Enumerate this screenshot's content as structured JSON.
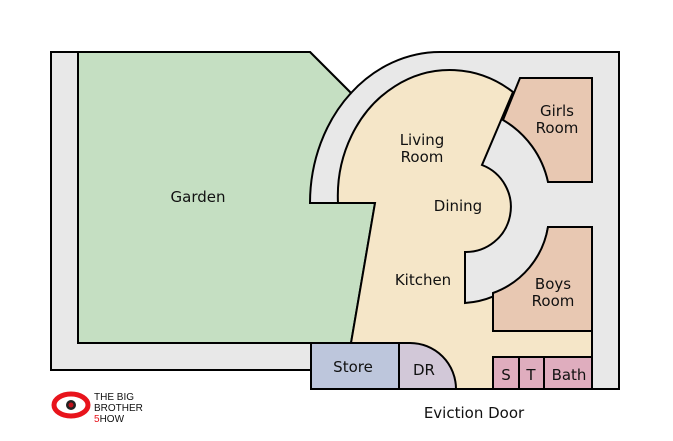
{
  "rooms": {
    "garden": "Garden",
    "living_1": "Living",
    "living_2": "Room",
    "dining": "Dining",
    "kitchen": "Kitchen",
    "girls_1": "Girls",
    "girls_2": "Room",
    "boys_1": "Boys",
    "boys_2": "Room",
    "store": "Store",
    "dr": "DR",
    "s": "S",
    "t": "T",
    "bath": "Bath"
  },
  "eviction_door": "Eviction Door",
  "logo": {
    "line1": "THE BIG",
    "line2": "BROTHER",
    "line3_num": "5",
    "line3_rest": "HOW"
  },
  "colors": {
    "corridor": "#e8e8e8",
    "garden": "#c5dfc2",
    "living": "#f5e6c8",
    "bedrooms": "#e8c8b2",
    "store": "#bdc6dc",
    "dr": "#d2c8d8",
    "bathrooms": "#dfadbe",
    "logo_red": "#e8141c"
  }
}
